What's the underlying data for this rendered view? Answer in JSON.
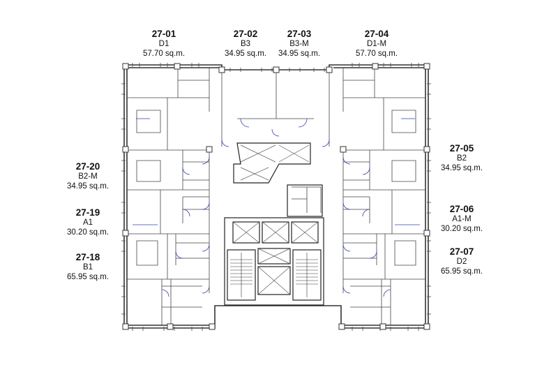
{
  "units": [
    {
      "id": "u2701",
      "code": "27-01",
      "type": "D1",
      "area": "57.70 sq.m."
    },
    {
      "id": "u2702",
      "code": "27-02",
      "type": "B3",
      "area": "34.95 sq.m."
    },
    {
      "id": "u2703",
      "code": "27-03",
      "type": "B3-M",
      "area": "34.95 sq.m."
    },
    {
      "id": "u2704",
      "code": "27-04",
      "type": "D1-M",
      "area": "57.70 sq.m."
    },
    {
      "id": "u2705",
      "code": "27-05",
      "type": "B2",
      "area": "34.95 sq.m."
    },
    {
      "id": "u2706",
      "code": "27-06",
      "type": "A1-M",
      "area": "30.20 sq.m."
    },
    {
      "id": "u2707",
      "code": "27-07",
      "type": "D2",
      "area": "65.95 sq.m."
    },
    {
      "id": "u2718",
      "code": "27-18",
      "type": "B1",
      "area": "65.95 sq.m."
    },
    {
      "id": "u2719",
      "code": "27-19",
      "type": "A1",
      "area": "30.20 sq.m."
    },
    {
      "id": "u2720",
      "code": "27-20",
      "type": "B2-M",
      "area": "34.95 sq.m."
    }
  ]
}
